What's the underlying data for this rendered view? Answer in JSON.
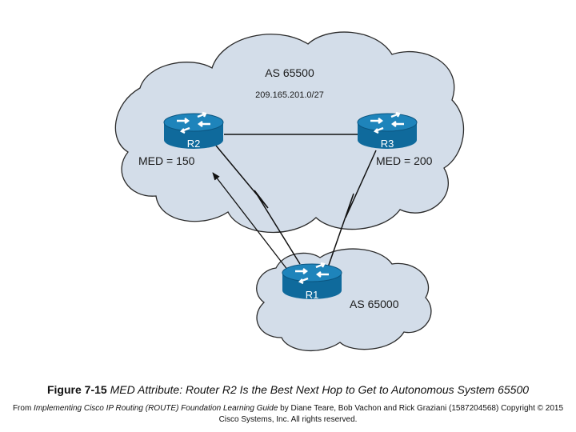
{
  "as_top": {
    "label": "AS 65500",
    "subnet": "209.165.201.0/27"
  },
  "as_bottom": {
    "label": "AS 65000"
  },
  "routers": {
    "r1": "R1",
    "r2": "R2",
    "r3": "R3"
  },
  "med": {
    "r2": "MED = 150",
    "r3": "MED = 200"
  },
  "caption": {
    "figure": "Figure 7-15",
    "description": "MED Attribute: Router R2 Is the Best Next Hop to Get to Autonomous System 65500"
  },
  "credit": {
    "prefix": "From ",
    "book": "Implementing Cisco IP Routing (ROUTE) Foundation Learning Guide",
    "authors": " by Diane Teare, Bob Vachon and Rick Graziani (1587204568) Copyright © 2015",
    "line2": "Cisco Systems, Inc. All rights reserved."
  },
  "colors": {
    "cloud_fill": "#d3dde9",
    "cloud_stroke": "#2a2a2a",
    "router_fill": "#0f6a9c",
    "router_top": "#1e84bb",
    "link": "#111111"
  }
}
